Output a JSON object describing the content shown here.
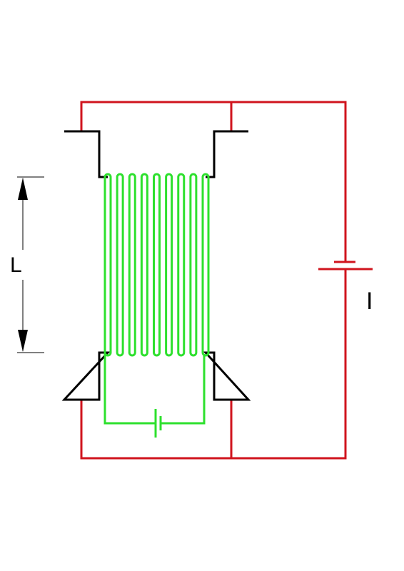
{
  "labels": {
    "length": "L",
    "current": "I"
  },
  "colors": {
    "outer_circuit": "#d0141e",
    "coil_circuit": "#2de02d",
    "frame": "#000000",
    "dimension": "#000000"
  },
  "coil": {
    "turns": 9
  }
}
